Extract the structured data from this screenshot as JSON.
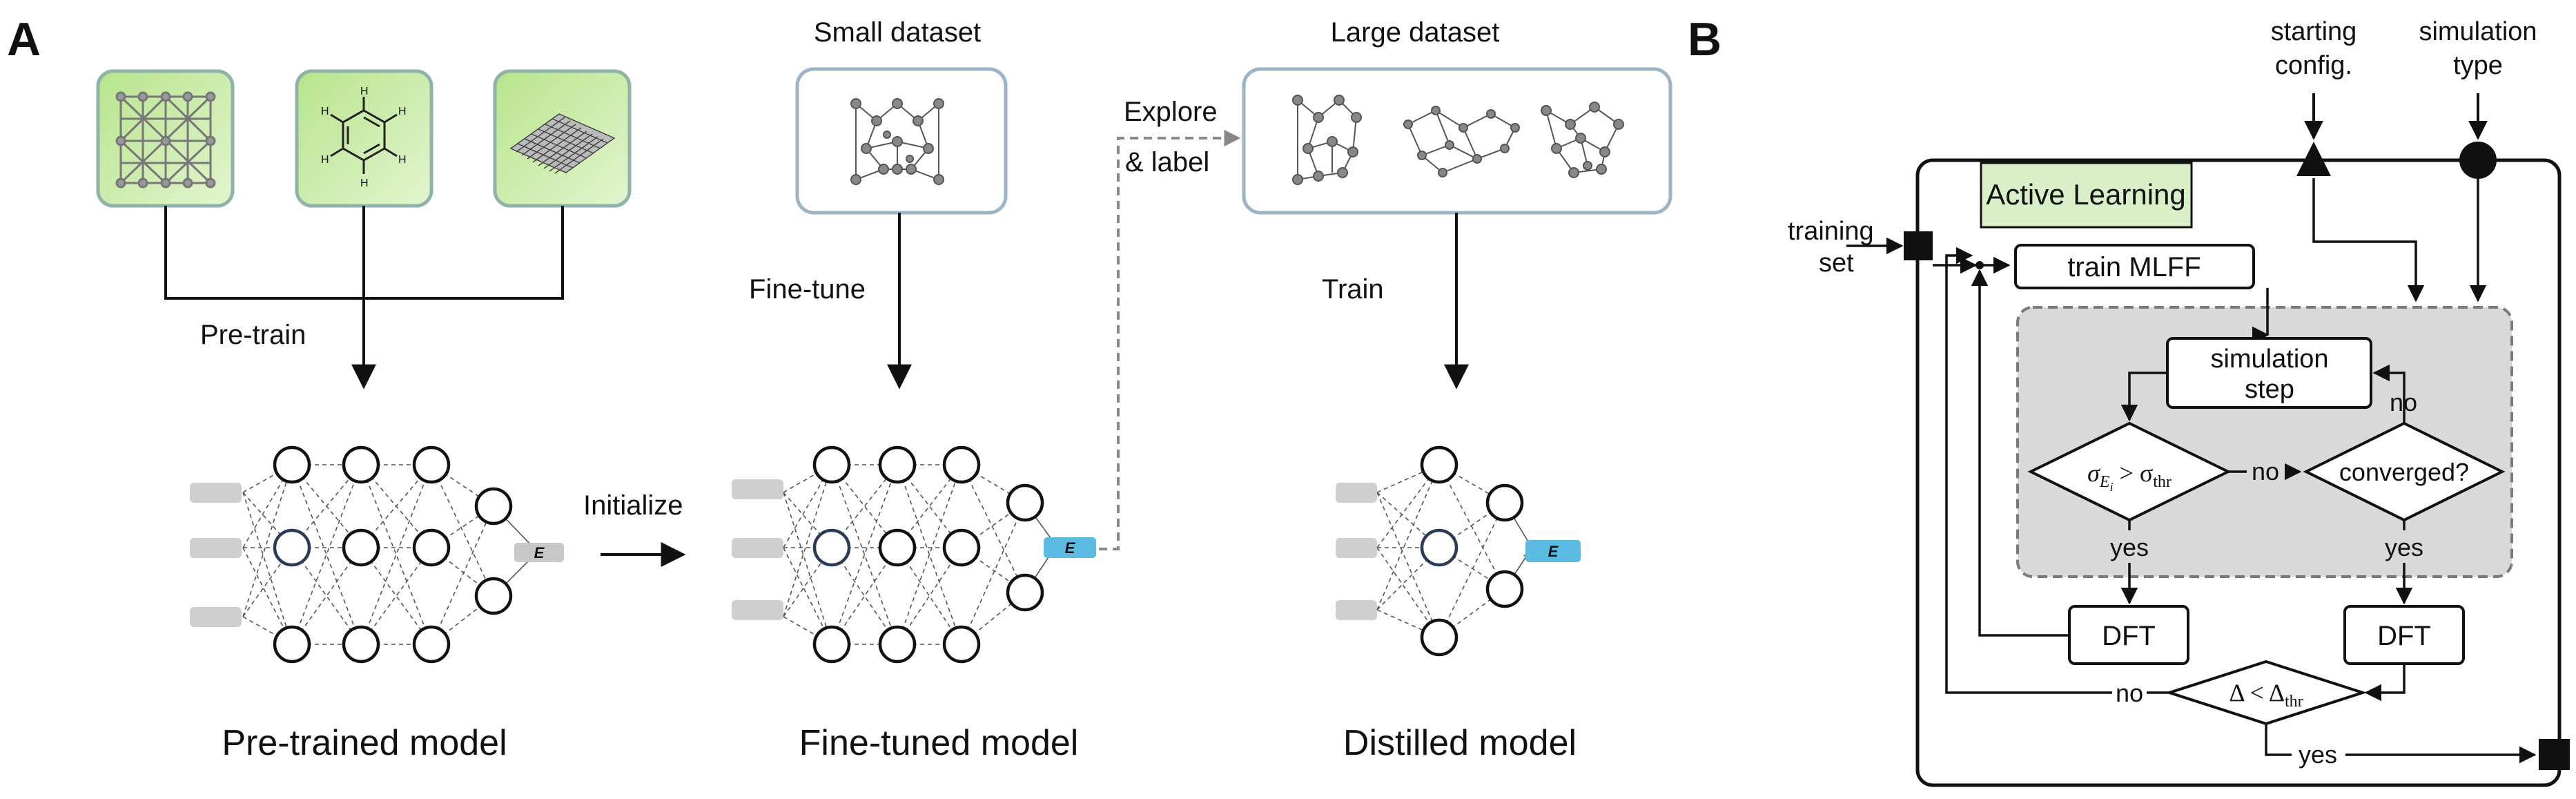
{
  "panel_a": {
    "letter": "A",
    "pretrain_label": "Pre-train",
    "initialize_label": "Initialize",
    "finetune_label": "Fine-tune",
    "train_label": "Train",
    "explore_label_1": "Explore",
    "explore_label_2": "& label",
    "small_dataset_title": "Small dataset",
    "large_dataset_title": "Large dataset",
    "model_titles": [
      "Pre-trained model",
      "Fine-tuned model",
      "Distilled model"
    ],
    "energy_symbol": "E",
    "molecule_atom_label": "H",
    "colors": {
      "pretrain_box_fill": "#c6eaa0",
      "pretrain_box_border": "#8fb3a8",
      "dataset_box_border": "#9bb4c8",
      "energy_pretrained": "#c8c8c8",
      "energy_finetuned": "#5bbbe3",
      "input_bar": "#cfcfcf"
    }
  },
  "panel_b": {
    "letter": "B",
    "starting_config": [
      "starting",
      "config."
    ],
    "simulation_type": [
      "simulation",
      "type"
    ],
    "training_set": [
      "training",
      "set"
    ],
    "active_learning": "Active Learning",
    "train_mlff": "train MLFF",
    "simulation_step": [
      "simulation",
      "step"
    ],
    "sigma_condition": {
      "main": "σ",
      "sub": "E",
      "subsub": "i",
      "op": " > σ",
      "thr": "thr"
    },
    "converged": "converged?",
    "delta_condition": {
      "main": "Δ < Δ",
      "thr": "thr"
    },
    "dft": "DFT",
    "yes": "yes",
    "no": "no",
    "colors": {
      "active_learning_fill": "#d8efc8",
      "loop_region_fill": "#d9d9d9",
      "loop_region_border": "#7a7a7a"
    }
  }
}
